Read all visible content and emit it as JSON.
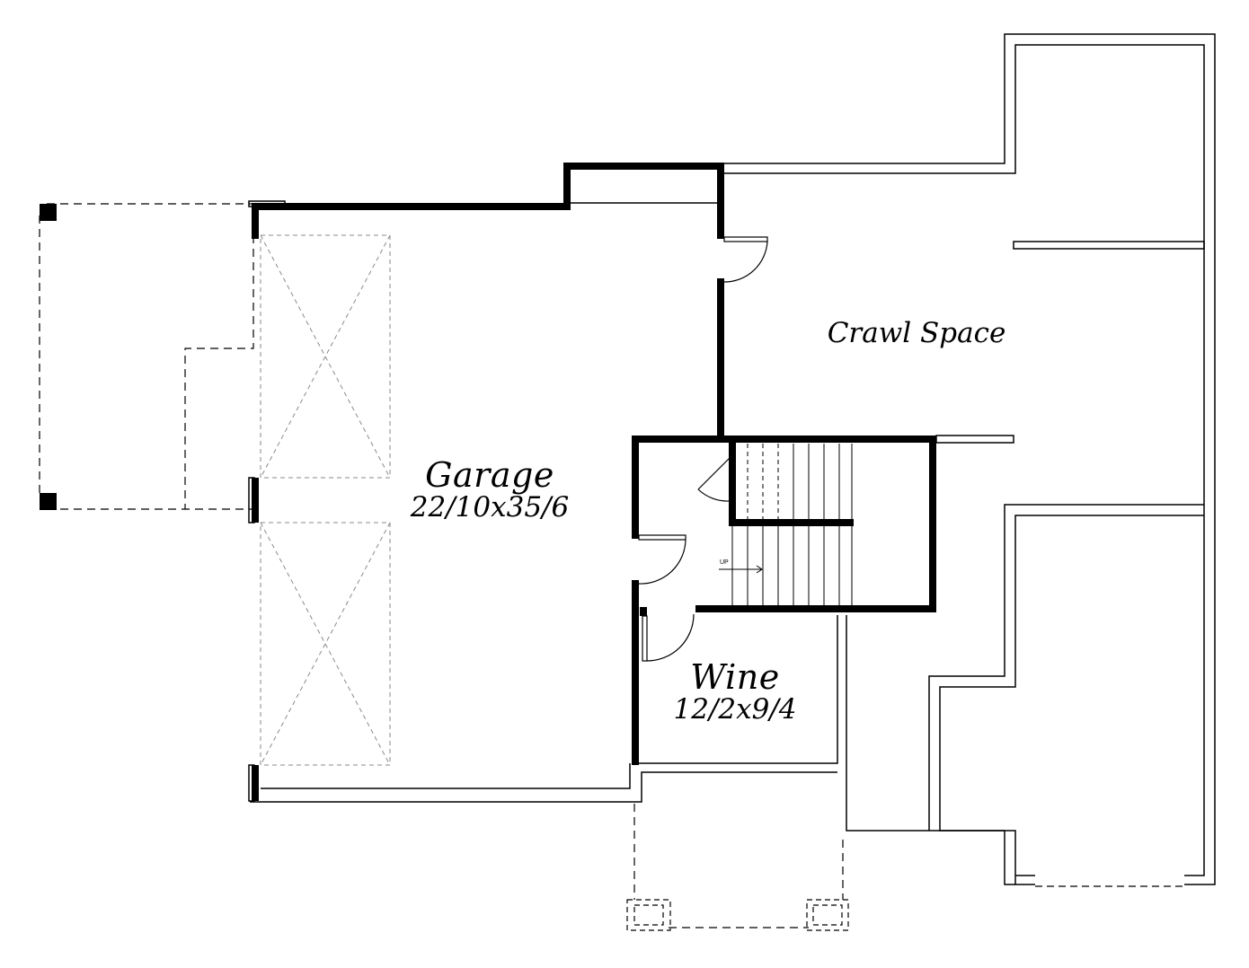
{
  "rooms": {
    "garage": {
      "name": "Garage",
      "dims": "22/10x35/6"
    },
    "wine": {
      "name": "Wine",
      "dims": "12/2x9/4"
    },
    "crawl_space": {
      "name": "Crawl Space"
    }
  },
  "stairs": {
    "direction_label": "UP"
  },
  "colors": {
    "wall": "#000000",
    "background": "#ffffff",
    "dashed": "#000000",
    "light_dashed": "#8a8a8a"
  }
}
